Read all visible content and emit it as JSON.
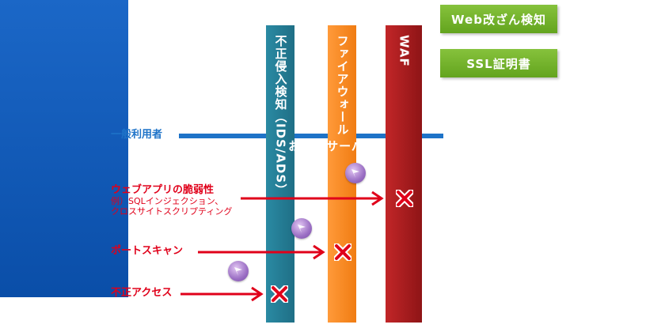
{
  "columns": {
    "ids": "不正侵入検知（IDS/ADS）",
    "firewall": "ファイアウォール",
    "waf": "WAF"
  },
  "server": {
    "label": "お客様サーバー"
  },
  "features": {
    "web_tamper": "Web改ざん検知",
    "ssl": "SSL証明書"
  },
  "sources": {
    "user": "一般利用者",
    "webapp_title": "ウェブアプリの脆弱性",
    "webapp_sub1": "例）SQLインジェクション、",
    "webapp_sub2": "クロスサイトスクリプティング",
    "portscan": "ポートスキャン",
    "unauthorized": "不正アクセス"
  },
  "colors": {
    "ids": "#1f6f86",
    "firewall": "#f07c12",
    "waf": "#a61c1f",
    "server": "#0a4ea8",
    "feature": "#6aad24",
    "attack": "#e0001a",
    "normal": "#1e73c8"
  },
  "icons": {
    "block": "x-mark-icon",
    "detect": "magic-wand-icon"
  }
}
